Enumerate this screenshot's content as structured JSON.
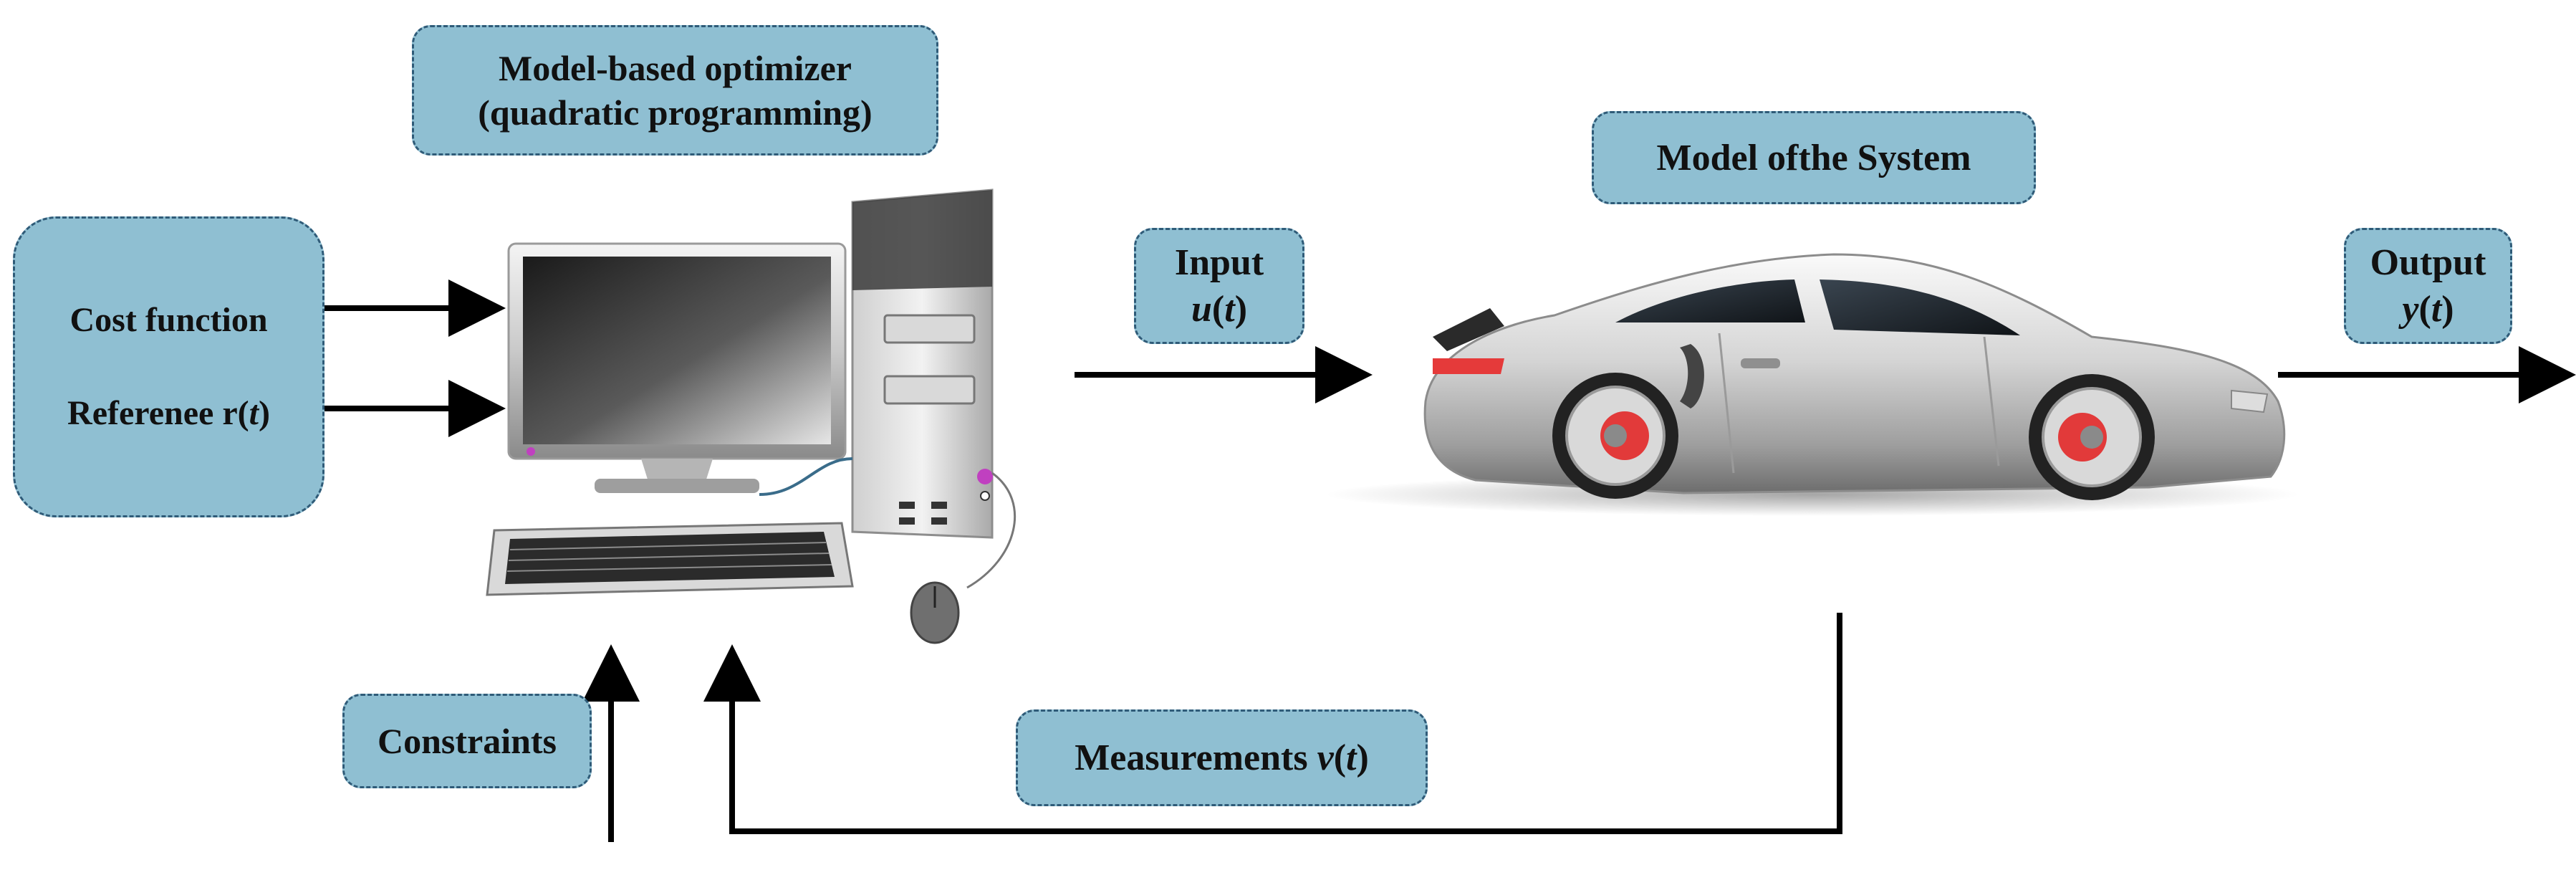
{
  "boxes": {
    "optimizer": {
      "line1": "Model-based  optimizer",
      "line2": "(quadratic  programming)"
    },
    "inputs": {
      "cost": "Cost function",
      "reference_label": "Referenee r",
      "reference_arg": "t"
    },
    "model": "Model ofthe System",
    "input": {
      "title": "Input",
      "symbol": "u",
      "arg": "t"
    },
    "output": {
      "title": "Output",
      "symbol": "y",
      "arg": "t"
    },
    "constraints": "Constraints",
    "measurements": {
      "label": "Measurements ",
      "symbol": "v",
      "arg": "t"
    }
  },
  "icons": {
    "computer": "desktop-computer-icon",
    "car": "sports-car-icon"
  },
  "colors": {
    "box_fill": "#8fbfd2",
    "box_border": "#2f5b78",
    "arrow": "#000000"
  }
}
